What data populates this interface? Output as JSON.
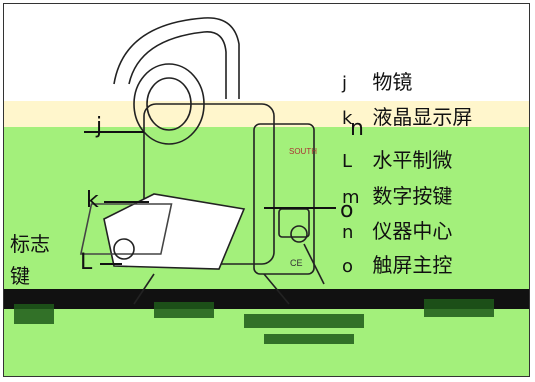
{
  "legend": [
    {
      "letter": "j",
      "text": "物镜"
    },
    {
      "letter": "k",
      "text": "液晶显示屏"
    },
    {
      "letter": "L",
      "text": "水平制微"
    },
    {
      "letter": "m",
      "text": "数字按键"
    },
    {
      "letter": "n",
      "text": "仪器中心"
    },
    {
      "letter": "o",
      "text": "触屏主控"
    }
  ],
  "callouts": {
    "j": "j",
    "n": "n",
    "k": "k",
    "L": "L",
    "o": "o"
  },
  "left_texts": {
    "fragment_1": "标志",
    "fragment_2": "键"
  },
  "device": {
    "brand": "SOUTH",
    "ce_mark": "CE"
  },
  "colors": {
    "green_band": "#a3f07b",
    "yellow_band": "#fff6cc",
    "dark_bar": "#111111"
  }
}
